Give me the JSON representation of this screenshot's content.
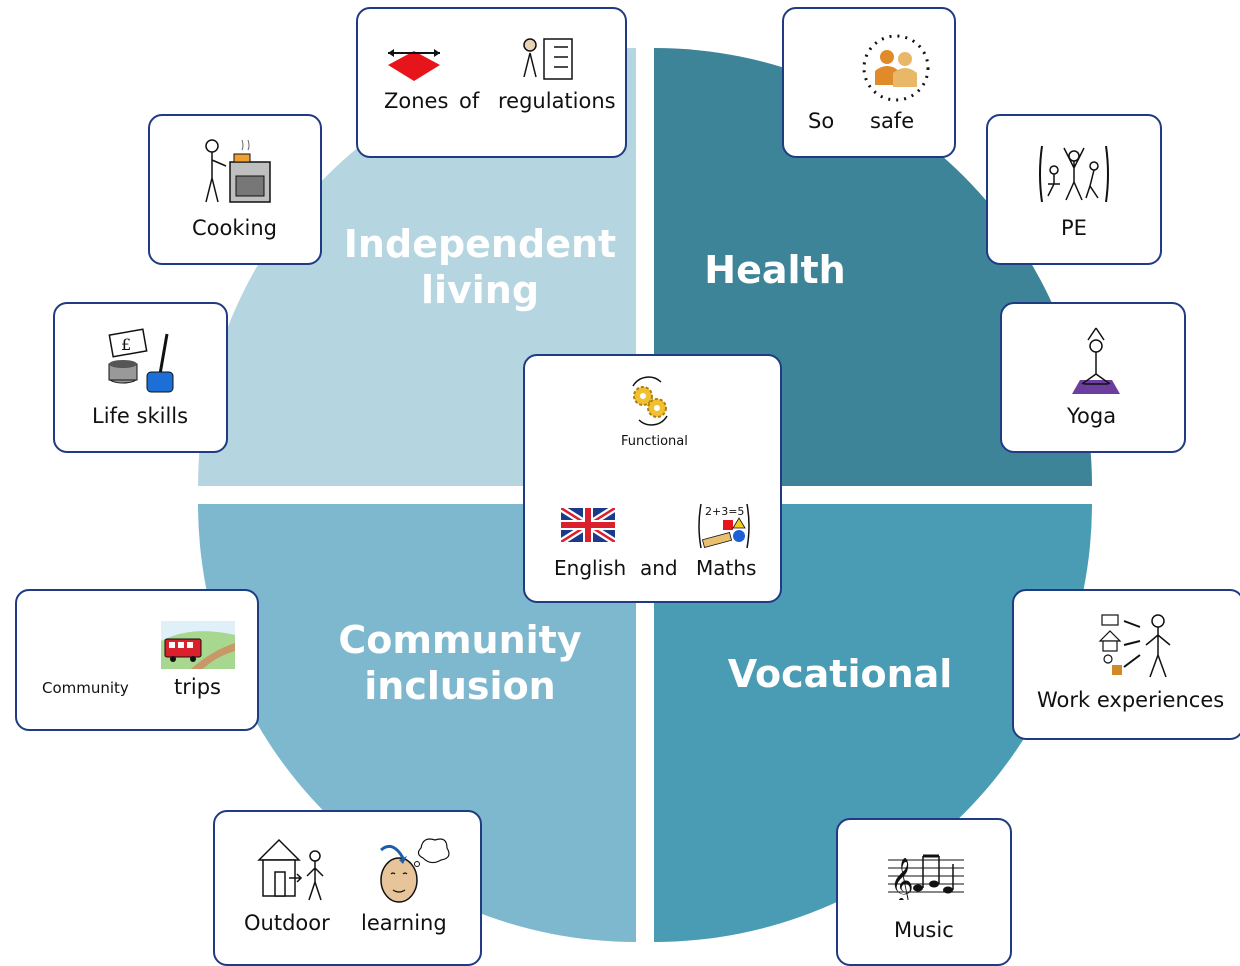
{
  "colors": {
    "independent": "#b5d5e1",
    "health": "#3e8499",
    "community": "#7db8ce",
    "vocational": "#4a9cb5",
    "card_border": "#1f3b84"
  },
  "quadrants": {
    "independent": "Independent living",
    "health": "Health",
    "community": "Community inclusion",
    "vocational": "Vocational"
  },
  "cards": {
    "zones": {
      "w1": "Zones",
      "w2": "of",
      "w3": "regulations",
      "icons": [
        "zone-diamond-icon",
        "checklist-icon"
      ]
    },
    "so_safe": {
      "w1": "So",
      "w2": "safe",
      "icons": [
        "safe-people-icon"
      ]
    },
    "cooking": {
      "label": "Cooking",
      "icons": [
        "cooking-icon"
      ]
    },
    "pe": {
      "label": "PE",
      "icons": [
        "pe-exercise-icon"
      ]
    },
    "life_skills": {
      "label": "Life skills",
      "icons": [
        "money-pot-vacuum-icon"
      ]
    },
    "yoga": {
      "label": "Yoga",
      "icons": [
        "yoga-icon"
      ]
    },
    "center": {
      "functional": "Functional",
      "english": "English",
      "and": "and",
      "maths": "Maths",
      "icons": [
        "gears-icon",
        "uk-flag-icon",
        "maths-icon"
      ]
    },
    "community_trips": {
      "w1": "Community",
      "w2": "trips",
      "icons": [
        "bus-icon"
      ]
    },
    "work": {
      "label": "Work experiences",
      "icons": [
        "work-icon"
      ]
    },
    "outdoor": {
      "w1": "Outdoor",
      "w2": "learning",
      "icons": [
        "house-person-icon",
        "thinking-head-icon"
      ]
    },
    "music": {
      "label": "Music",
      "icons": [
        "music-notes-icon"
      ]
    }
  }
}
